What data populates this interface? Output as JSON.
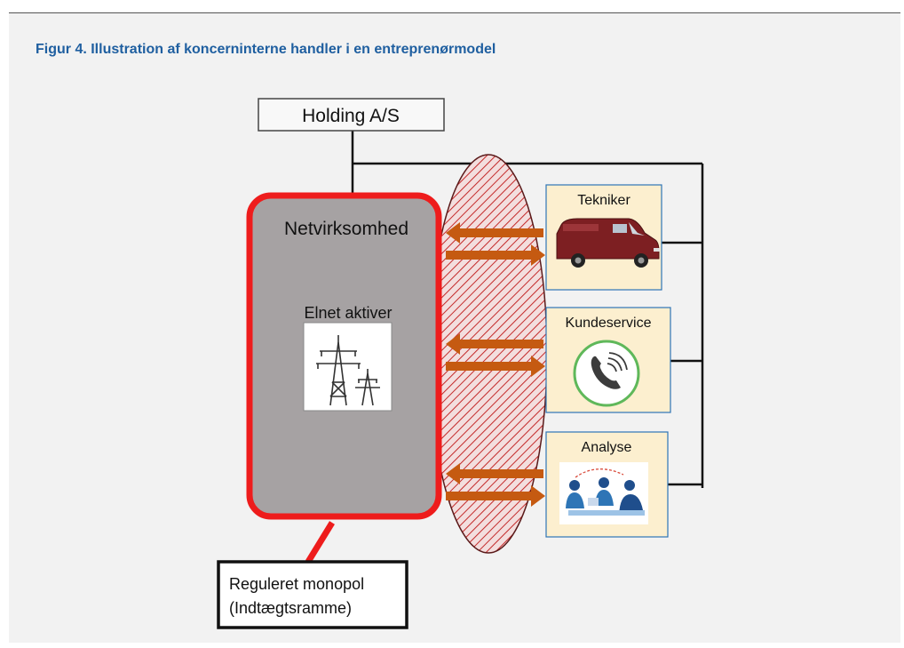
{
  "caption": "Figur 4.  Illustration af koncerninterne handler i en entreprenørmodel",
  "holding": {
    "label": "Holding A/S"
  },
  "netvirksomhed": {
    "title": "Netvirksomhed",
    "assets_label": "Elnet aktiver",
    "assets_icon": "power-pylon-icon"
  },
  "services": [
    {
      "label": "Tekniker",
      "icon": "delivery-van-icon"
    },
    {
      "label": "Kundeservice",
      "icon": "phone-call-icon"
    },
    {
      "label": "Analyse",
      "icon": "team-meeting-icon"
    }
  ],
  "monopol": {
    "line1": "Reguleret monopol",
    "line2": "(Indtægtsramme)"
  },
  "colors": {
    "caption": "#1f5fa0",
    "monopoly_border": "#ee1c1c",
    "arrow": "#c55a11",
    "service_fill": "#fcefcf",
    "service_border": "#2e75b6",
    "net_fill": "#a6a2a3"
  }
}
